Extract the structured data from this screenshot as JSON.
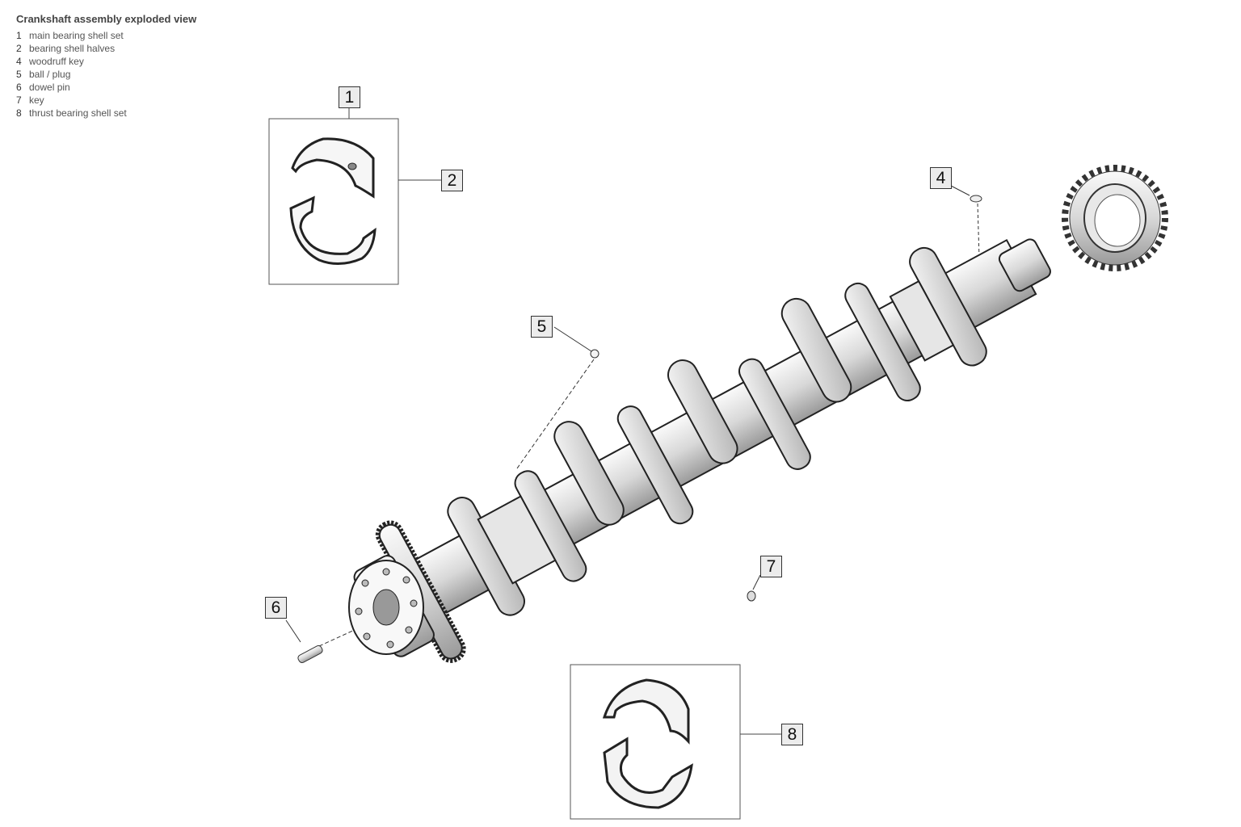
{
  "diagram": {
    "title": "Crankshaft assembly exploded view",
    "callouts": [
      {
        "id": "1",
        "part": "main bearing shell set"
      },
      {
        "id": "2",
        "part": "bearing shell halves"
      },
      {
        "id": "4",
        "part": "woodruff key"
      },
      {
        "id": "5",
        "part": "ball / plug"
      },
      {
        "id": "6",
        "part": "dowel pin"
      },
      {
        "id": "7",
        "part": "key"
      },
      {
        "id": "8",
        "part": "thrust bearing shell set"
      }
    ]
  }
}
